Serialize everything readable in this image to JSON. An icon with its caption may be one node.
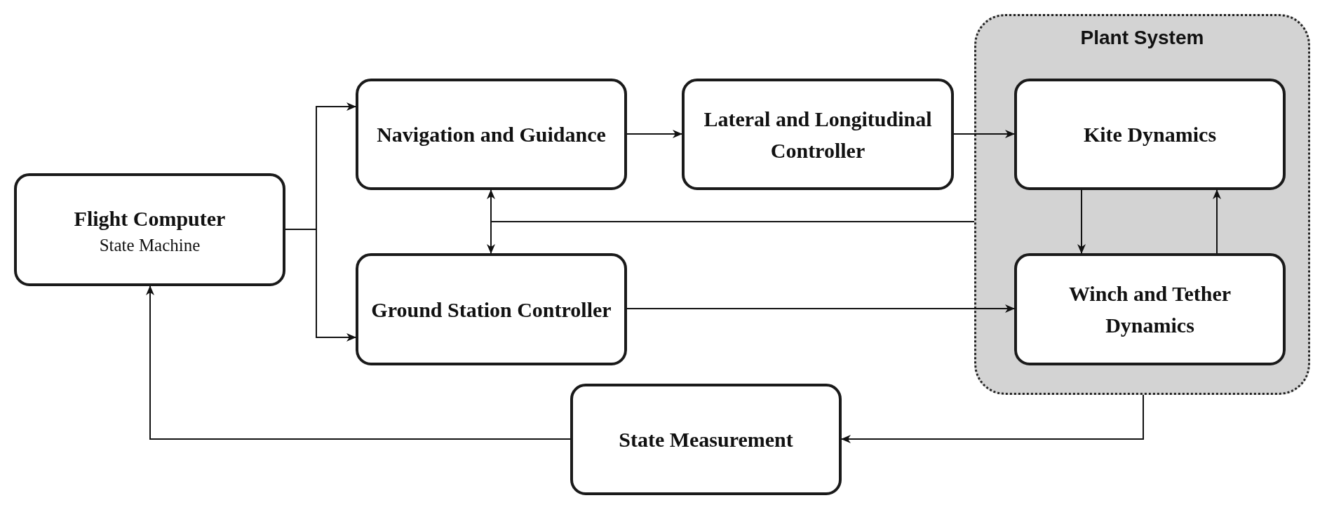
{
  "diagram": {
    "nodes": [
      {
        "text": [
          "Flight Computer",
          "State Machine"
        ]
      },
      {
        "text": [
          "Navigation and Guidance"
        ]
      },
      {
        "text": [
          "Lateral and Longitudinal Controller"
        ]
      },
      {
        "text": [
          "Plant System"
        ]
      },
      {
        "text": [
          "Kite Dynamics"
        ],
        "in": 3
      },
      {
        "text": [
          "Ground Station Controller"
        ]
      },
      {
        "text": [
          "Winch and Tether Dynamics"
        ],
        "in": 3
      },
      {
        "text": [
          "State Measurement"
        ]
      }
    ],
    "edges": [
      {
        "from": 0,
        "to": 1,
        "arrow": "to"
      },
      {
        "from": 0,
        "to": 5,
        "arrow": "to"
      },
      {
        "from": 1,
        "to": 2,
        "arrow": "to"
      },
      {
        "from": 2,
        "to": 4,
        "arrow": "to"
      },
      {
        "from": 3,
        "to": 1,
        "arrow": "to"
      },
      {
        "from": 3,
        "to": 5,
        "arrow": "to"
      },
      {
        "from": 5,
        "to": 6,
        "arrow": "to"
      },
      {
        "from": 4,
        "to": 6,
        "arrow": "to"
      },
      {
        "from": 6,
        "to": 4,
        "arrow": "to"
      },
      {
        "from": 3,
        "to": 7,
        "arrow": "to"
      },
      {
        "from": 7,
        "to": 0,
        "arrow": "to"
      }
    ]
  }
}
